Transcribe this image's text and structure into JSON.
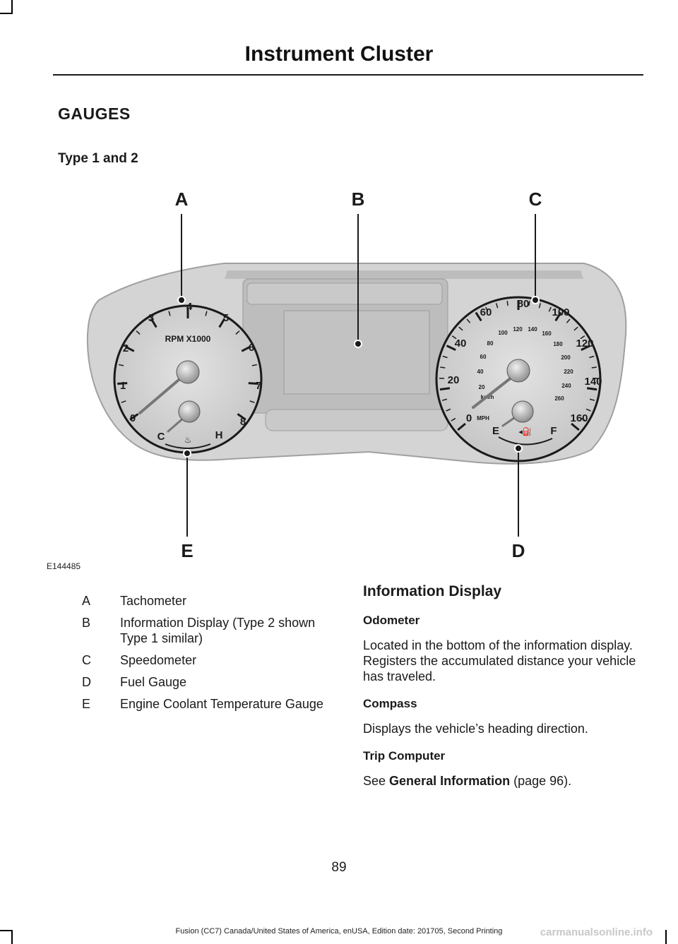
{
  "header": {
    "title": "Instrument Cluster"
  },
  "section": {
    "title": "GAUGES",
    "subtitle": "Type 1 and 2"
  },
  "figure": {
    "code": "E144485",
    "callouts": {
      "a": "A",
      "b": "B",
      "c": "C",
      "d": "D",
      "e": "E"
    },
    "tachometer": {
      "label": "RPM X1000",
      "ticks": [
        "0",
        "1",
        "2",
        "3",
        "4",
        "5",
        "6",
        "7",
        "8"
      ],
      "temp_cold": "C",
      "temp_hot": "H"
    },
    "speedometer": {
      "mph_ticks": [
        "0",
        "20",
        "40",
        "60",
        "80",
        "100",
        "120",
        "140",
        "160"
      ],
      "kmh_ticks": [
        "20",
        "40",
        "60",
        "80",
        "100",
        "120",
        "140",
        "160",
        "180",
        "200",
        "220",
        "240",
        "260"
      ],
      "mph_unit": "MPH",
      "kmh_unit": "km/h",
      "fuel_empty": "E",
      "fuel_full": "F"
    }
  },
  "legend": [
    {
      "key": "A",
      "text": "Tachometer"
    },
    {
      "key": "B",
      "text": "Information Display (Type 2 shown Type 1 similar)"
    },
    {
      "key": "C",
      "text": "Speedometer"
    },
    {
      "key": "D",
      "text": "Fuel Gauge"
    },
    {
      "key": "E",
      "text": "Engine Coolant Temperature Gauge"
    }
  ],
  "info_display": {
    "title": "Information Display",
    "odometer_title": "Odometer",
    "odometer_text": "Located in the bottom of the information display. Registers the accumulated distance your vehicle has traveled.",
    "compass_title": "Compass",
    "compass_text": "Displays the vehicle’s heading direction.",
    "trip_title": "Trip Computer",
    "trip_see": "See",
    "trip_link": "General Information",
    "trip_page": "(page 96)."
  },
  "page_number": "89",
  "footer": "Fusion (CC7) Canada/United States of America, enUSA, Edition date: 201705, Second Printing",
  "watermark": "carmanualsonline.info"
}
